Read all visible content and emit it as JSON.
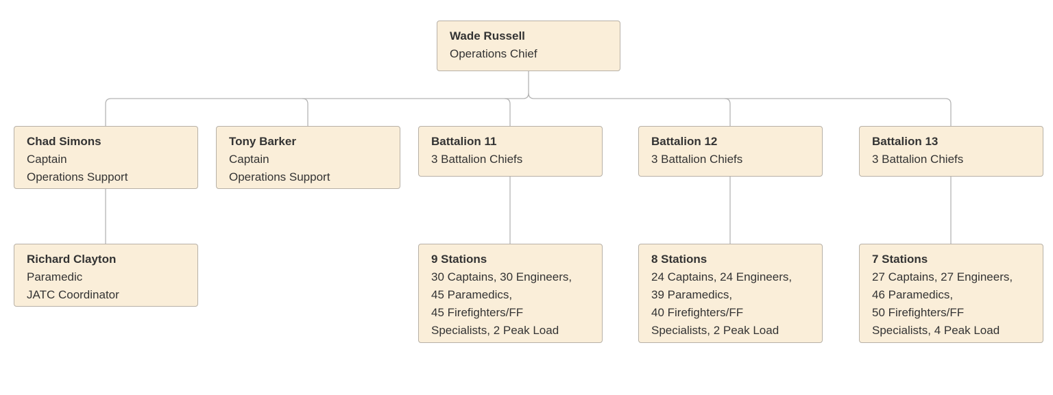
{
  "org_chart": {
    "root": {
      "name": "Wade Russell",
      "lines": [
        "Operations Chief"
      ]
    },
    "level1": [
      {
        "name": "Chad Simons",
        "lines": [
          "Captain",
          "Operations Support"
        ]
      },
      {
        "name": "Tony Barker",
        "lines": [
          "Captain",
          "Operations Support"
        ]
      },
      {
        "name": "Battalion 11",
        "lines": [
          "3 Battalion Chiefs"
        ]
      },
      {
        "name": "Battalion 12",
        "lines": [
          "3 Battalion Chiefs"
        ]
      },
      {
        "name": "Battalion 13",
        "lines": [
          "3 Battalion Chiefs"
        ]
      }
    ],
    "level2": [
      {
        "parent": "Chad Simons",
        "name": "Richard Clayton",
        "lines": [
          "Paramedic",
          "JATC Coordinator"
        ]
      },
      {
        "parent": "Battalion 11",
        "name": "9 Stations",
        "lines": [
          "30 Captains, 30 Engineers,",
          "45 Paramedics,",
          "45 Firefighters/FF",
          "Specialists, 2 Peak Load"
        ]
      },
      {
        "parent": "Battalion 12",
        "name": "8 Stations",
        "lines": [
          "24 Captains, 24 Engineers,",
          "39 Paramedics,",
          "40 Firefighters/FF",
          "Specialists, 2 Peak Load"
        ]
      },
      {
        "parent": "Battalion 13",
        "name": "7 Stations",
        "lines": [
          "27 Captains, 27 Engineers,",
          "46 Paramedics,",
          "50 Firefighters/FF",
          "Specialists, 4 Peak Load"
        ]
      }
    ]
  },
  "colors": {
    "node_fill": "#faeed9",
    "node_border": "#b7b0a6",
    "connector": "#b3b3b3",
    "text": "#333333"
  }
}
